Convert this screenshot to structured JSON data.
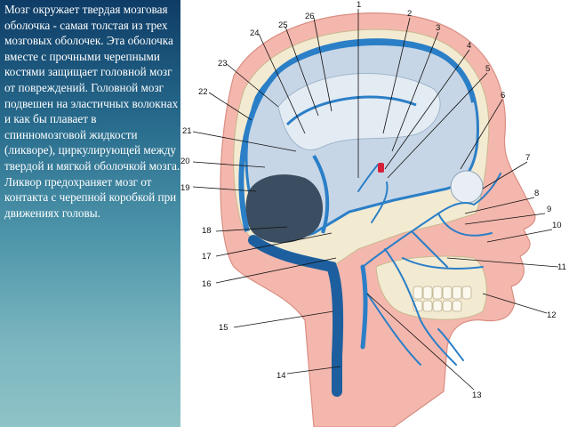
{
  "description_text": "Мозг окружает твердая мозговая оболочка - самая толстая из трех мозговых оболочек. Эта оболочка вместе с прочными черепными костями защищает головной мозг от повреждений. Головной мозг подвешен на эластичных волокнах и как бы плавает в спинномозговой жидкости (ликворе), циркулирующей между твердой и мягкой оболочкой мозга. Ликвор предохраняет мозг от контакта с черепной коробкой при движениях головы.",
  "diagram": {
    "labels": [
      "1",
      "2",
      "3",
      "4",
      "5",
      "6",
      "7",
      "8",
      "9",
      "10",
      "11",
      "12",
      "13",
      "14",
      "15",
      "16",
      "17",
      "18",
      "19",
      "20",
      "21",
      "22",
      "23",
      "24",
      "25",
      "26"
    ]
  },
  "colors": {
    "skin": "#f4b7ad",
    "skin_outline": "#d98e82",
    "bone": "#f3ead2",
    "bone_shade": "#ddd0aa",
    "vein": "#2b7fc7",
    "vein_dark": "#1d5f9e",
    "membrane": "#c7d6e6",
    "brain_cavity": "#3b4d60",
    "artery": "#d6203a"
  }
}
